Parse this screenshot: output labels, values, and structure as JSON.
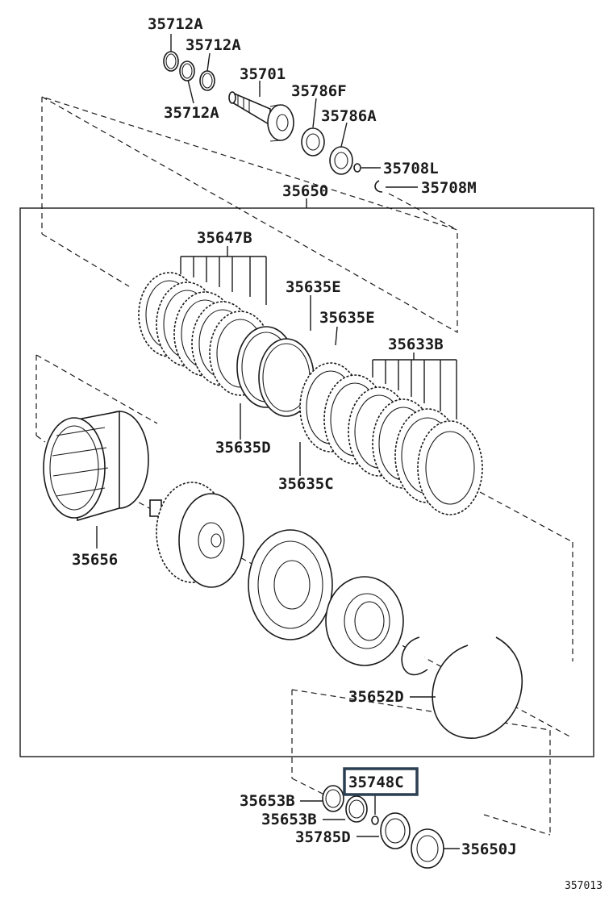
{
  "diagram": {
    "figure_number": "357013",
    "highlight_color": "#2b3f52",
    "line_color": "#1a1a1a",
    "labels": {
      "p35712A_1": "35712A",
      "p35712A_2": "35712A",
      "p35712A_3": "35712A",
      "p35701": "35701",
      "p35786F": "35786F",
      "p35786A": "35786A",
      "p35708L": "35708L",
      "p35708M": "35708M",
      "p35650": "35650",
      "p35647B": "35647B",
      "p35635E_1": "35635E",
      "p35635E_2": "35635E",
      "p35633B": "35633B",
      "p35635D": "35635D",
      "p35635C": "35635C",
      "p35656": "35656",
      "p35652D": "35652D",
      "p35748C": "35748C",
      "p35653B_1": "35653B",
      "p35653B_2": "35653B",
      "p35785D": "35785D",
      "p35650J": "35650J"
    }
  }
}
